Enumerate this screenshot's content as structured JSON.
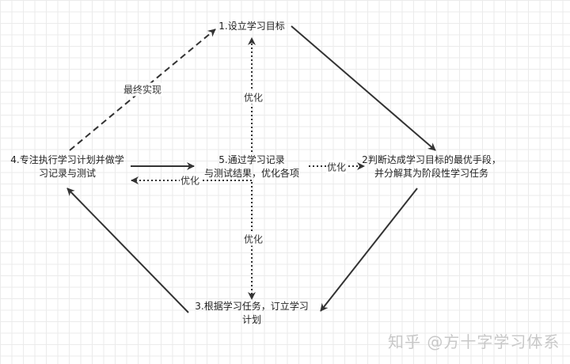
{
  "nodes": {
    "n1": "1.设立学习目标",
    "n2_line1": "2判断达成学习目标的最优手段，",
    "n2_line2": "并分解其为阶段性学习任务",
    "n3_line1": "3.根据学习任务，订立学习",
    "n3_line2": "计划",
    "n4_line1": "4.专注执行学习计划并做学",
    "n4_line2": "习记录与测试",
    "n5_line1": "5.通过学习记录",
    "n5_line2": "与测试结果，优化各项"
  },
  "edge_labels": {
    "final": "最终实现",
    "opt_up": "优化",
    "opt_down": "优化",
    "opt_left": "优化",
    "opt_right": "优化"
  },
  "watermark": "知乎 @方十字学习体系",
  "colors": {
    "line": "#333333",
    "grid": "#ebebeb"
  }
}
